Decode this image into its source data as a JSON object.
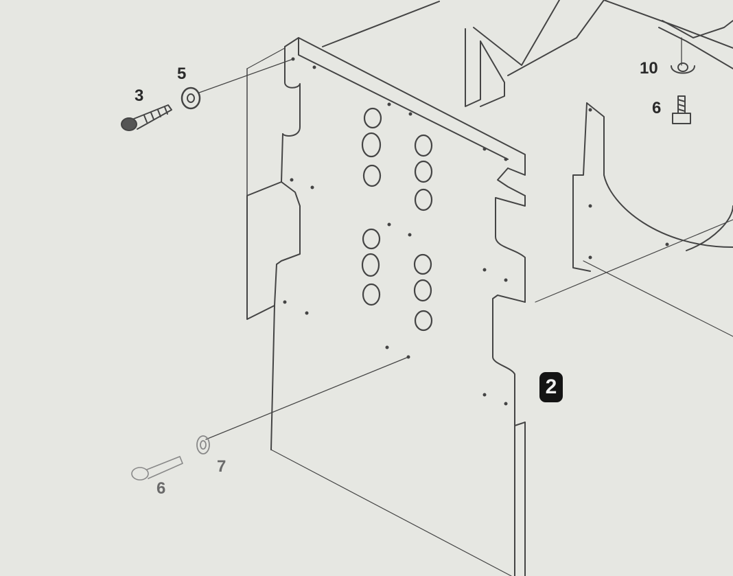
{
  "callouts": {
    "part_2": "2",
    "part_3": "3",
    "part_5": "5",
    "part_6_top": "6",
    "part_6_bottom": "6",
    "part_7": "7",
    "part_10": "10"
  }
}
